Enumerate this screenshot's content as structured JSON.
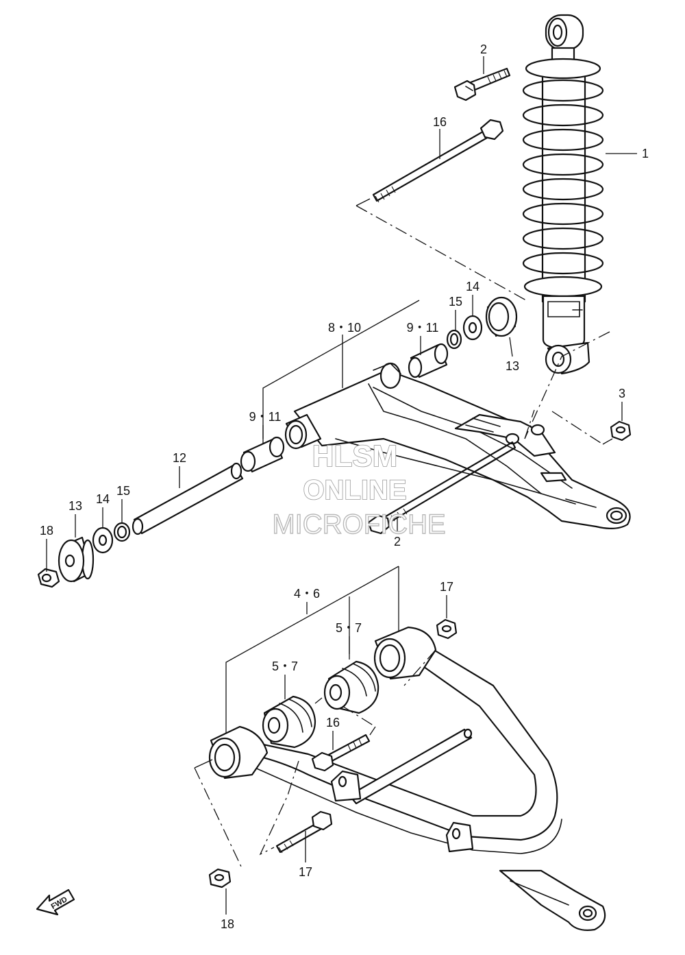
{
  "callouts": {
    "c1": "1",
    "c2_top": "2",
    "c2_mid": "2",
    "c3": "3",
    "c4_6": "4・6",
    "c5_7_left": "5・7",
    "c5_7_right": "5・7",
    "c8_10": "8・10",
    "c9_11_upper": "9・11",
    "c9_11_lower": "9・11",
    "c12": "12",
    "c13_upper": "13",
    "c13_left": "13",
    "c14_upper": "14",
    "c14_left": "14",
    "c15_upper": "15",
    "c15_left": "15",
    "c16_top": "16",
    "c16_lower": "16",
    "c17_upper": "17",
    "c17_lower": "17",
    "c18_left": "18",
    "c18_bottom": "18"
  },
  "watermark": {
    "line1": "HLSM",
    "line2": "ONLINE",
    "line3": "MICROFICHE"
  },
  "fwd_arrow": "FWD"
}
